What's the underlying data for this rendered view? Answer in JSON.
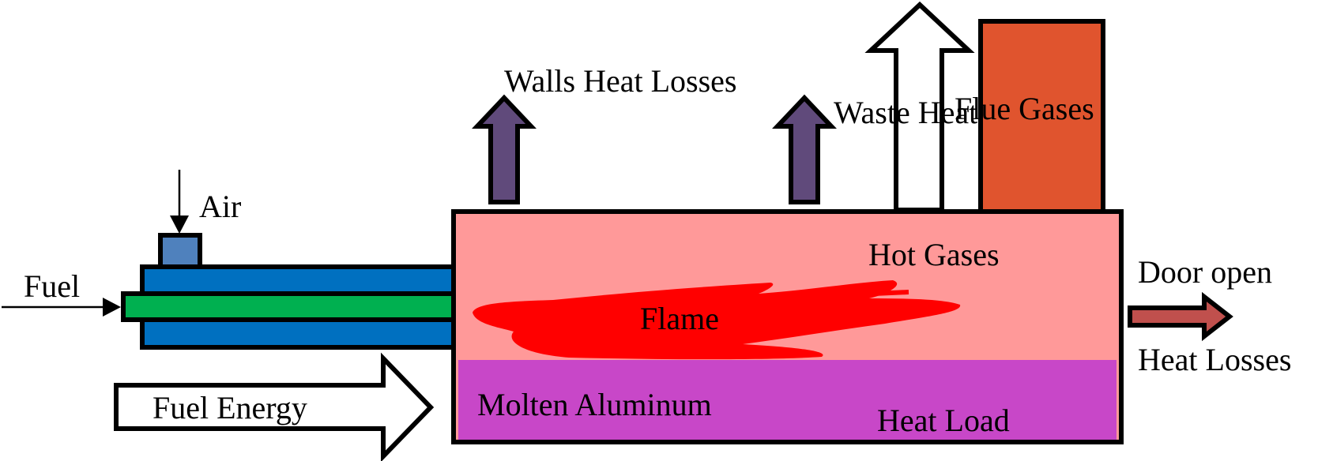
{
  "labels": {
    "walls_heat_losses": "Walls Heat Losses",
    "waste_heat": "Waste Heat",
    "flue_gases": "Flue Gases",
    "air": "Air",
    "fuel": "Fuel",
    "hot_gases": "Hot Gases",
    "door_open": "Door open",
    "flame": "Flame",
    "heat_losses": "Heat Losses",
    "fuel_energy": "Fuel Energy",
    "molten_aluminum": "Molten Aluminum",
    "heat_load": "Heat Load"
  },
  "colors": {
    "furnace_gas": "#ff9999",
    "molten_metal": "#c847c8",
    "flame": "#ff0000",
    "burner_body": "#0070c0",
    "fuel_pipe": "#00b050",
    "air_inlet": "#4f81bd",
    "wall_loss_arrow": "#604a7b",
    "flue_stack": "#e0542e",
    "door_loss_arrow": "#c0504d"
  }
}
